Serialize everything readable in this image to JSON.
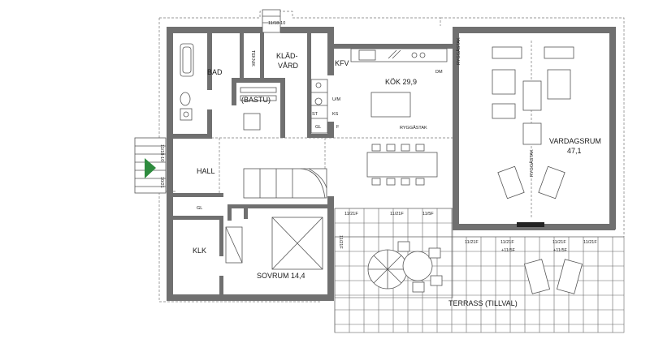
{
  "rooms": {
    "bad": "BAD",
    "teknik": "TEKNIK",
    "kladvard_1": "KLÄD-",
    "kladvard_2": "VÅRD",
    "bastu": "(BASTU)",
    "kfv": "KFV",
    "kok": "KÖK 29,9",
    "dm": "DM",
    "um": "U/M",
    "ks": "KS",
    "st": "ST",
    "gl_kitchen": "GL",
    "f": "F",
    "ryggastak": "RYGGÅSTAK",
    "hall": "HALL",
    "gl_hall": "GL",
    "klk": "KLK",
    "sovrum": "SOVRUM 14,4",
    "vardagsrum_1": "VARDAGSRUM",
    "vardagsrum_2": "47,1",
    "terrass": "TERRASS (TILLVAL)"
  },
  "annotations": {
    "fonster_top": "11/18-10",
    "fonster_entry": "11/18-10",
    "fonster_entry_2": "10/21",
    "ryggastak_vert": "RYGGÅSTAK",
    "ryggastak_vert2": "RYGGÅSTAK",
    "win_1": "11/21F",
    "win_2": "11/21F",
    "win_3": "11/5F",
    "win_4": "11/21F",
    "win_5": "11/21F",
    "win_6": "11/21F",
    "win_7": "+11/5F",
    "win_8": "11/21F",
    "win_9": "+11/5F",
    "win_10": "11/21F"
  },
  "colors": {
    "wall": "#707070",
    "line": "#555555",
    "stair_arrow": "#2e8b3e",
    "background": "#ffffff"
  }
}
